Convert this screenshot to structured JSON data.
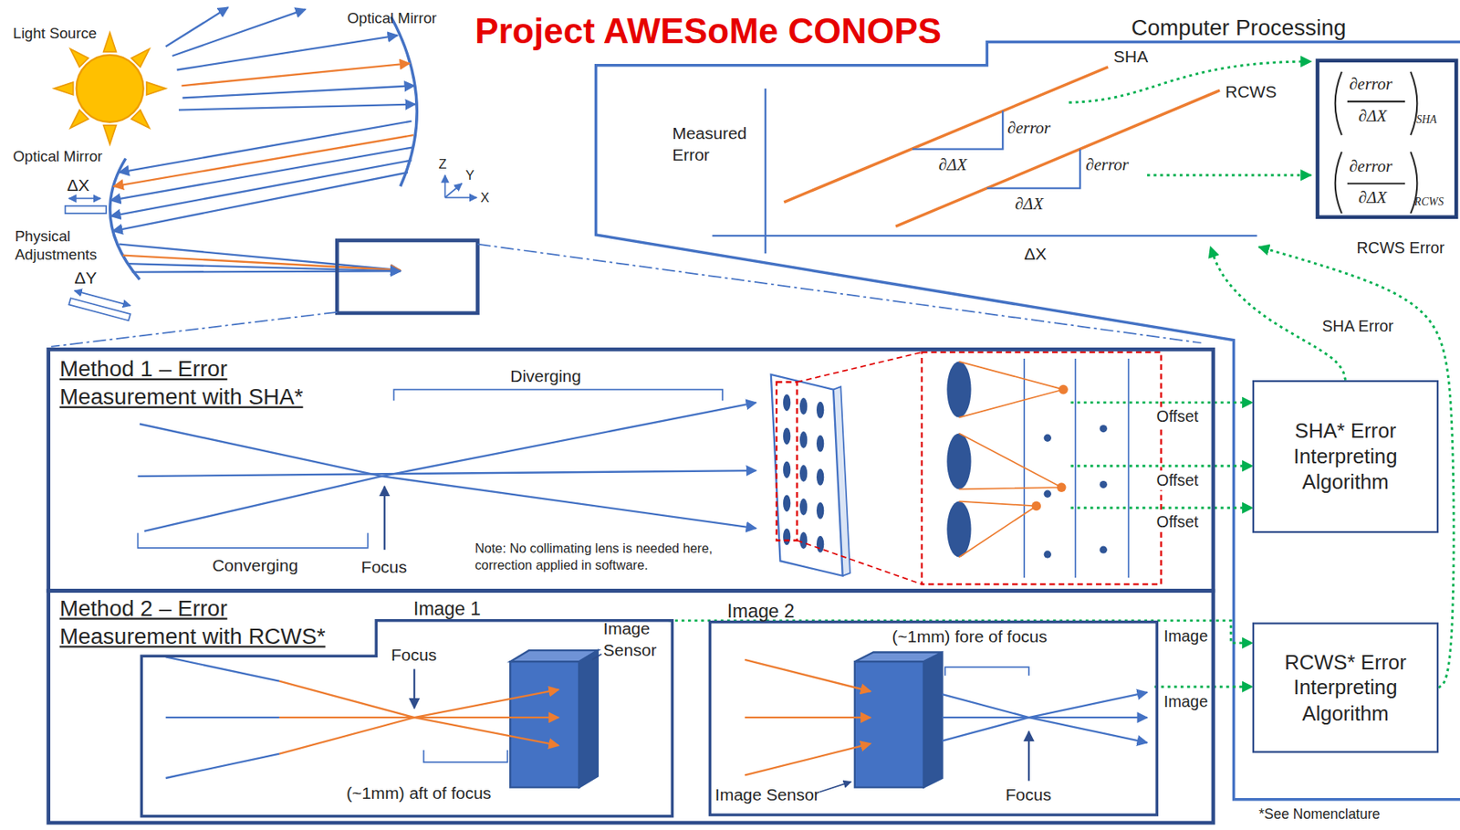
{
  "diagram": {
    "title": "Project AWESoMe CONOPS",
    "nodes": [
      {
        "text": [
          "Computer Processing"
        ]
      },
      {
        "text": [
          "∂error",
          "∂ΔX",
          "SHA",
          "∂error",
          "∂ΔX",
          "RCWS"
        ],
        "in": 0
      },
      {
        "text": [
          "Method 1 – Error Measurement with SHA*"
        ]
      },
      {
        "text": [
          "Method 2 – Error Measurement with RCWS*"
        ]
      },
      {
        "text": [
          "Image 1"
        ],
        "in": 3
      },
      {
        "text": [
          "Image 2"
        ],
        "in": 3
      },
      {
        "text": [
          "SHA* Error Interpreting Algorithm"
        ],
        "in": 0
      },
      {
        "text": [
          "RCWS* Error Interpreting Algorithm"
        ],
        "in": 0
      }
    ],
    "edges": [
      {
        "from": 2,
        "to": 6,
        "label": "Offset",
        "arrow": "to"
      },
      {
        "from": 2,
        "to": 6,
        "label": "Offset",
        "arrow": "to"
      },
      {
        "from": 2,
        "to": 6,
        "label": "Offset",
        "arrow": "to"
      },
      {
        "from": 4,
        "to": 7,
        "label": "Image",
        "arrow": "to"
      },
      {
        "from": 5,
        "to": 7,
        "label": "Image",
        "arrow": "to"
      },
      {
        "from": 6,
        "to": 0,
        "label": "SHA Error",
        "arrow": "to"
      },
      {
        "from": 7,
        "to": 0,
        "label": "RCWS Error",
        "arrow": "to"
      }
    ],
    "labels": [
      "Light Source",
      "Optical Mirror",
      "Optical Mirror",
      "ΔX",
      "Physical Adjustments",
      "ΔY",
      "Z",
      "Y",
      "X",
      "SHA",
      "RCWS",
      "Measured Error",
      "∂error",
      "∂ΔX",
      "∂error",
      "∂ΔX",
      "ΔX",
      "Diverging",
      "Converging",
      "Focus",
      "Note: No collimating lens is needed here, correction applied in software.",
      "Focus",
      "Image Sensor",
      "(~1mm) aft of focus",
      "(~1mm) fore of focus",
      "Image Sensor",
      "Focus",
      "*See Nomenclature"
    ]
  }
}
